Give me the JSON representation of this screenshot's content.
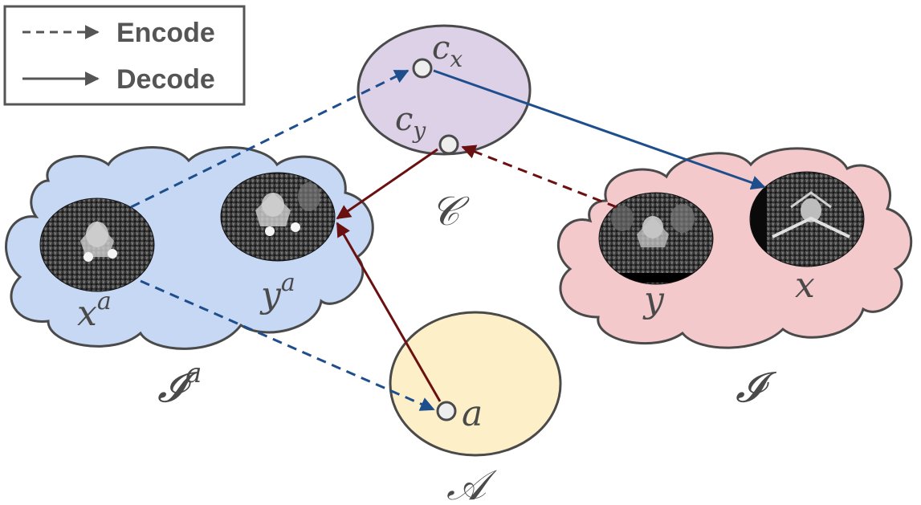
{
  "legend": {
    "encode_label": "Encode",
    "decode_label": "Decode"
  },
  "spaces": {
    "content": {
      "label": "𝒞",
      "fill": "#dcd1e6"
    },
    "attribute": {
      "label": "𝒜",
      "fill": "#fdf0c8"
    },
    "target_domain": {
      "label": "𝓘",
      "fill": "#f3c9cb"
    },
    "augmented_domain": {
      "label": "𝓘",
      "superscript": "a",
      "fill": "#c6d8f3"
    }
  },
  "nodes": {
    "c_x": {
      "base": "c",
      "subscript": "x"
    },
    "c_y": {
      "base": "c",
      "subscript": "y"
    },
    "a": {
      "label": "a"
    }
  },
  "images": {
    "x_a": {
      "base": "x",
      "superscript": "a"
    },
    "y_a": {
      "base": "y",
      "superscript": "a"
    },
    "y": {
      "label": "y"
    },
    "x": {
      "label": "x"
    }
  },
  "colors": {
    "encode_blue": "#1f4e8c",
    "decode_red": "#6b1010",
    "legend_gray": "#555555",
    "outline": "#4a4a4a"
  }
}
